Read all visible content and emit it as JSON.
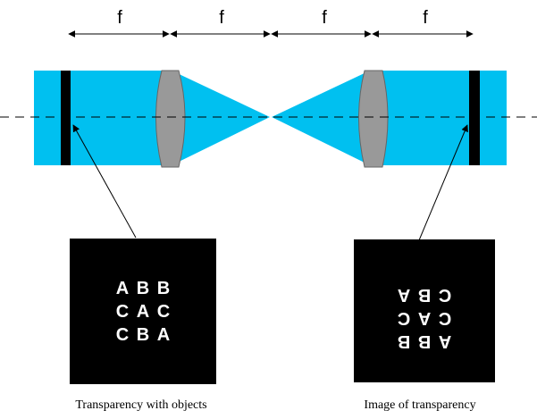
{
  "focal_label": "f",
  "colors": {
    "beam": "#00c0f0",
    "lens_fill": "#999999",
    "lens_stroke": "#666666",
    "plate": "#000000",
    "axis": "#000000",
    "letters": "#ffffff"
  },
  "object_grid": [
    [
      "A",
      "B",
      "B"
    ],
    [
      "C",
      "A",
      "C"
    ],
    [
      "C",
      "B",
      "A"
    ]
  ],
  "captions": {
    "left": "Transparency with objects",
    "right": "Image of transparency"
  }
}
